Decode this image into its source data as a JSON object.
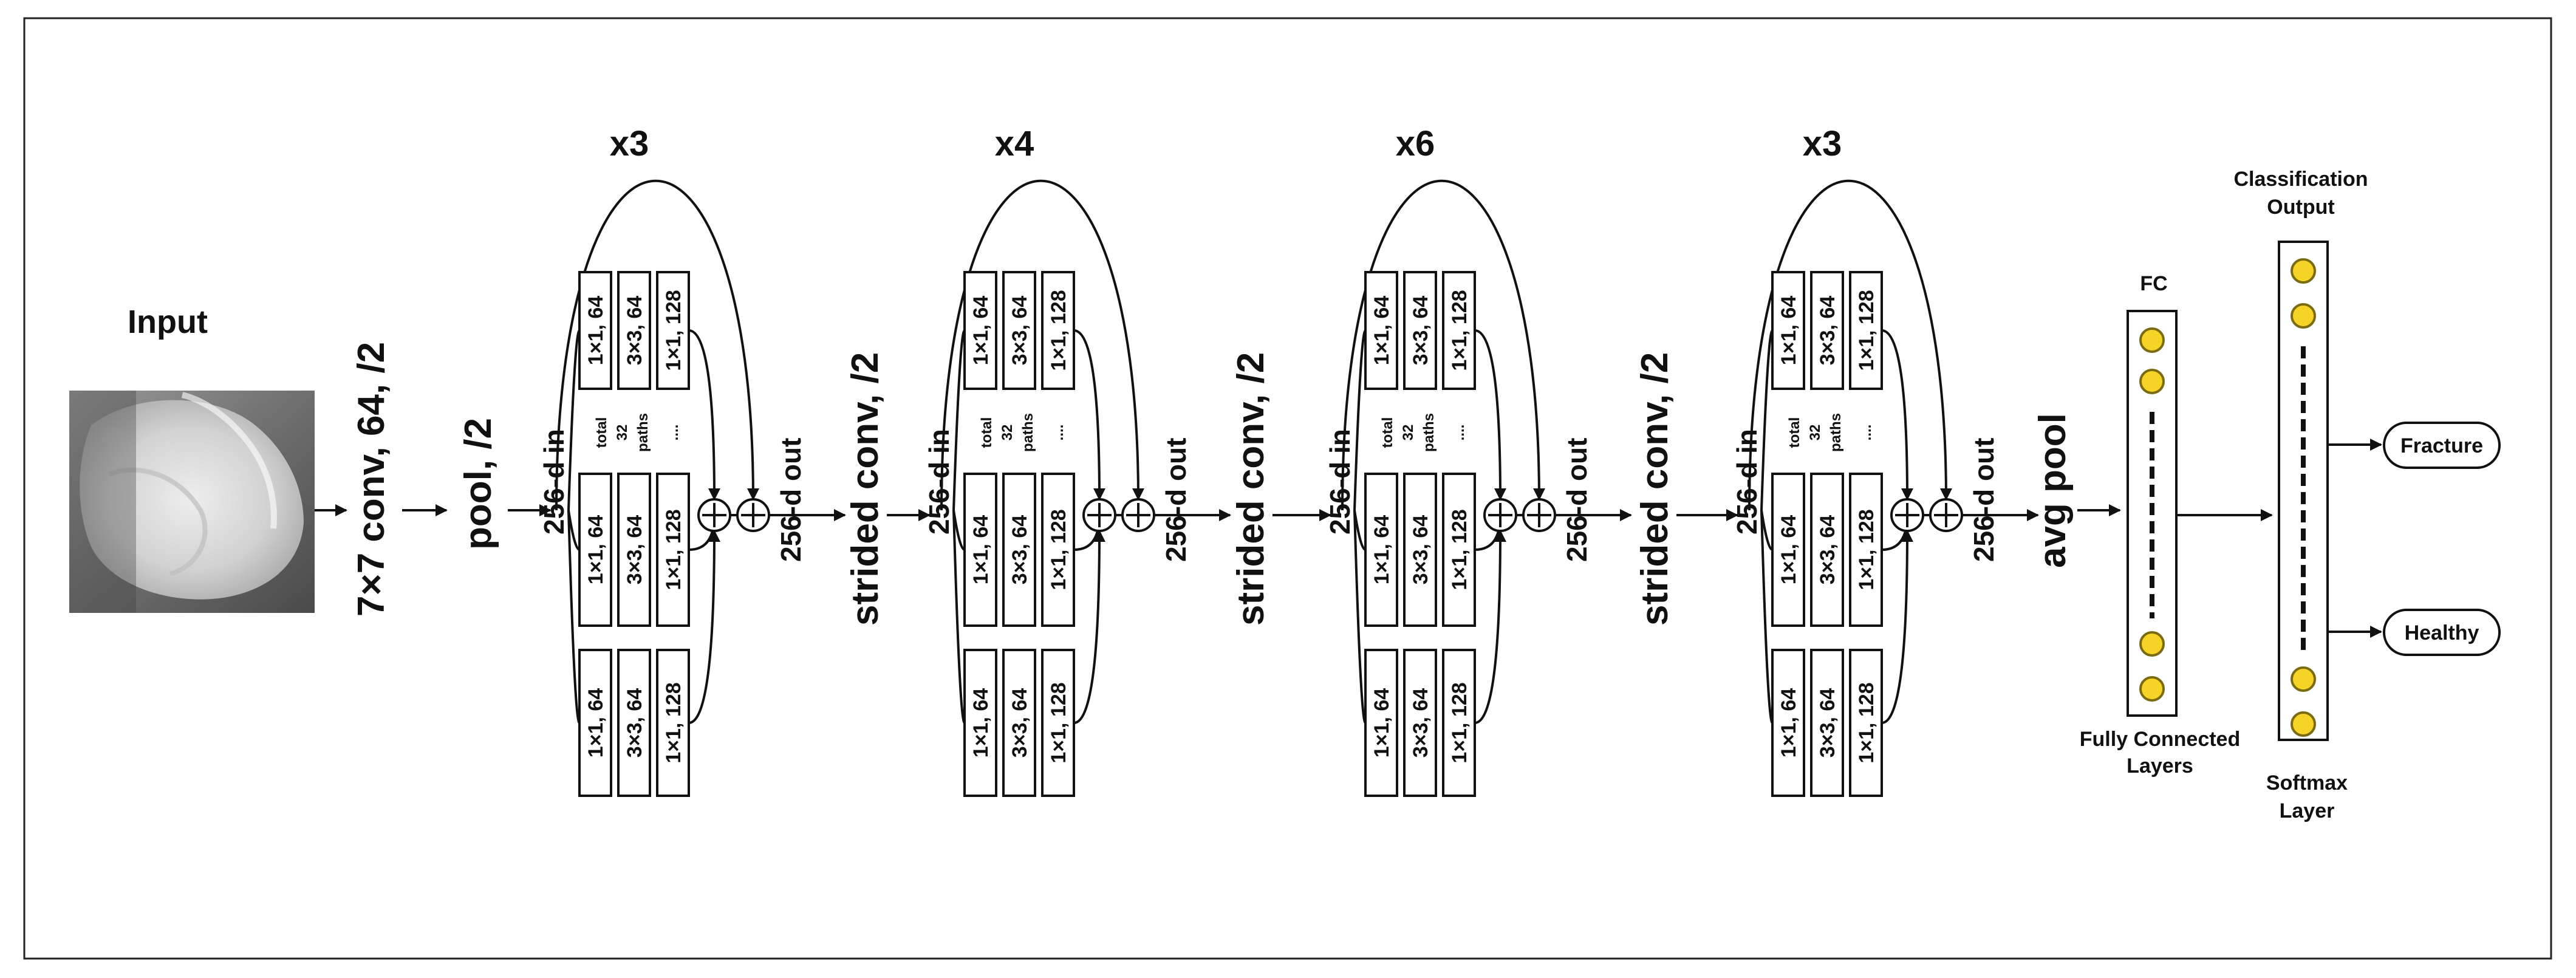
{
  "input": {
    "label": "Input",
    "image_name": "x-ray-image"
  },
  "stem": {
    "conv_label": "7×7 conv, 64, /2",
    "pool_label": "pool, /2"
  },
  "stages": [
    {
      "repeat": "x3",
      "in_label": "256-d in",
      "out_label": "256-d out",
      "mid_label": "total 32 paths",
      "dots": "...."
    },
    {
      "repeat": "x4",
      "in_label": "256-d in",
      "out_label": "256-d out",
      "mid_label": "total 32 paths",
      "dots": "...."
    },
    {
      "repeat": "x6",
      "in_label": "256-d in",
      "out_label": "256-d out",
      "mid_label": "total 32 paths",
      "dots": "...."
    },
    {
      "repeat": "x3",
      "in_label": "256-d in",
      "out_label": "256-d out",
      "mid_label": "total 32 paths",
      "dots": "...."
    }
  ],
  "module_labels": [
    "1×1, 64",
    "3×3, 64",
    "1×1, 128"
  ],
  "mid_words": [
    "total",
    "32",
    "paths"
  ],
  "transitions": [
    "strided conv, /2",
    "strided conv, /2",
    "strided conv, /2"
  ],
  "avg_pool": "avg pool",
  "fc": {
    "top_label": "FC",
    "bottom_label_1": "Fully Connected",
    "bottom_label_2": "Layers"
  },
  "softmax": {
    "top_label_1": "Classification",
    "top_label_2": "Output",
    "bottom_label_1": "Softmax",
    "bottom_label_2": "Layer"
  },
  "outputs": [
    "Fracture",
    "Healthy"
  ],
  "colors": {
    "neuron_fill": "#f5d327",
    "neuron_stroke": "#8a7a1a",
    "line": "#111111"
  }
}
